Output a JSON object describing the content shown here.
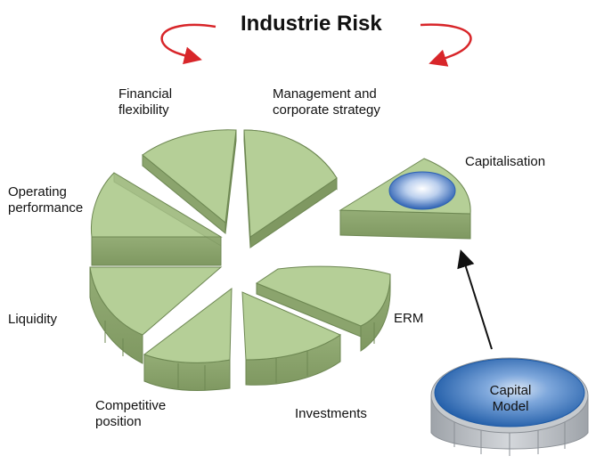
{
  "title": "Industrie Risk",
  "segments": {
    "financial_flexibility": [
      "Financial",
      "flexibility"
    ],
    "management_strategy": [
      "Management and",
      "corporate strategy"
    ],
    "operating_performance": [
      "Operating",
      "performance"
    ],
    "liquidity": "Liquidity",
    "competitive_position": [
      "Competitive",
      "position"
    ],
    "investments": "Investments",
    "erm": "ERM",
    "capitalisation": "Capitalisation"
  },
  "capital_model": [
    "Capital",
    "Model"
  ],
  "colors": {
    "slice_top": "#b5cf97",
    "slice_side": "#8ba46d",
    "slice_stroke": "#6d8752",
    "arrow_red": "#d8262a",
    "drum_blue": "#2f6fb6",
    "drum_side": "#b9bdc2"
  }
}
